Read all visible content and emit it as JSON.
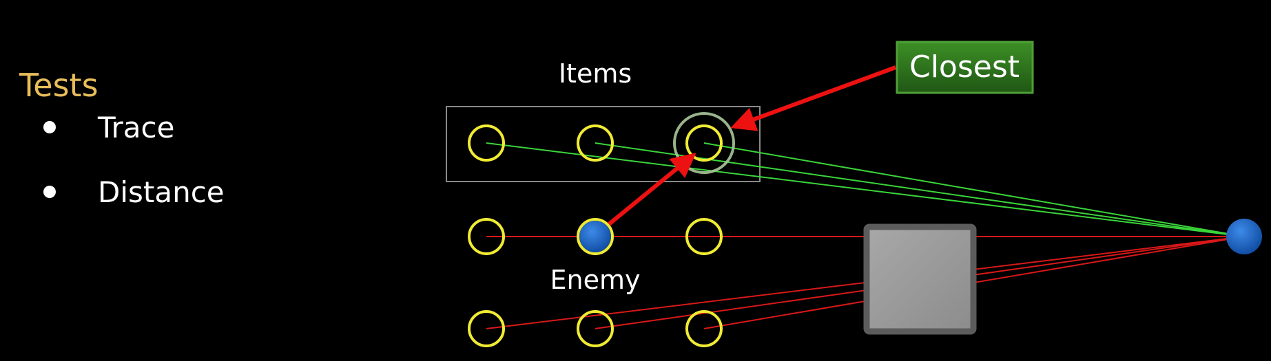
{
  "sidebar": {
    "title": "Tests",
    "bullets": [
      "Trace",
      "Distance"
    ]
  },
  "diagram": {
    "items_label": "Items",
    "enemy_label": "Enemy",
    "closest_label": "Closest",
    "colors": {
      "background": "#000000",
      "test_point": "#f0eb33",
      "passed_trace": "#3ad53a",
      "blocked_trace": "#d81818",
      "arrow": "#ee1111",
      "closest_box": "#2f7a1e",
      "querier": "#1a64c4",
      "obstacle": "#a0a0a0"
    }
  }
}
